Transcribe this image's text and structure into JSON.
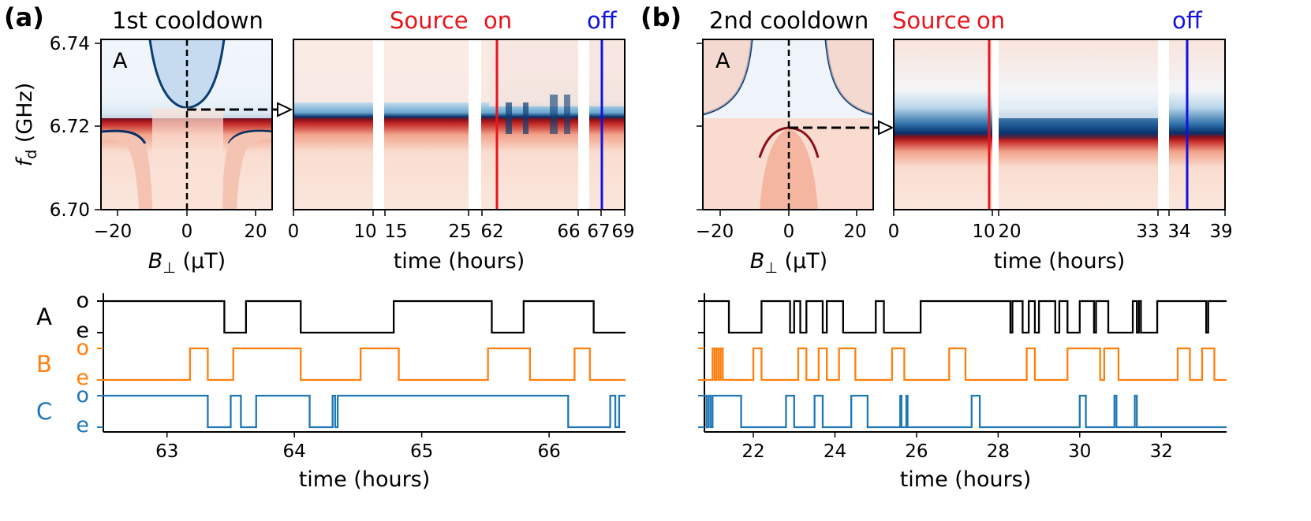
{
  "chart_data": [
    {
      "type": "heatmap",
      "panel": "a",
      "panel_label": "(a)",
      "title": "1st cooldown",
      "inset_label": "A",
      "xlabel_pre": "B",
      "xlabel_sub": "⊥",
      "xlabel_post": " (µT)",
      "ylabel_main": "f",
      "ylabel_sub": "d",
      "ylabel_post": " (GHz)",
      "xlim": [
        -25,
        25
      ],
      "ylim": [
        6.7,
        6.742
      ],
      "xticks": [
        -20,
        0,
        20
      ],
      "yticks": [
        6.7,
        6.72,
        6.74
      ],
      "ytick_labels": [
        "6.70",
        "6.72",
        "6.74"
      ],
      "marker": {
        "x": 0,
        "y": 6.7245
      }
    },
    {
      "type": "heatmap",
      "panel": "a",
      "header": [
        {
          "text": "Source",
          "color": "#e8141b"
        },
        {
          "text": "on",
          "color": "#e8141b"
        },
        {
          "text": "off",
          "color": "#1212dd"
        }
      ],
      "xlabel": "time (hours)",
      "xtick_labels": [
        "0",
        "10",
        "15",
        "25",
        "62",
        "66",
        "67",
        "69"
      ],
      "ylim": [
        6.7,
        6.742
      ],
      "events": [
        {
          "label": "on",
          "color": "#e8141b"
        },
        {
          "label": "off",
          "color": "#1212dd"
        }
      ]
    },
    {
      "type": "heatmap",
      "panel": "b",
      "panel_label": "(b)",
      "title": "2nd cooldown",
      "inset_label": "A",
      "xlabel_pre": "B",
      "xlabel_sub": "⊥",
      "xlabel_post": " (µT)",
      "xlim": [
        -25,
        25
      ],
      "ylim": [
        6.7,
        6.742
      ],
      "xticks": [
        -20,
        0,
        20
      ],
      "marker": {
        "x": 0,
        "y": 6.7195
      }
    },
    {
      "type": "heatmap",
      "panel": "b",
      "header": [
        {
          "text": "Source",
          "color": "#e8141b"
        },
        {
          "text": "on",
          "color": "#e8141b"
        },
        {
          "text": "off",
          "color": "#1212dd"
        }
      ],
      "xlabel": "time (hours)",
      "xtick_labels": [
        "0",
        "10",
        "20",
        "33",
        "34",
        "39"
      ],
      "ylim": [
        6.7,
        6.742
      ]
    },
    {
      "type": "line",
      "panel": "a",
      "xlabel": "time (hours)",
      "xlim": [
        62.5,
        66.6
      ],
      "xticks": [
        63,
        64,
        65,
        66
      ],
      "state_labels": {
        "odd": "o",
        "even": "e"
      },
      "series": [
        {
          "name": "A",
          "color": "#000000",
          "start": 1,
          "switches": [
            63.45,
            63.62,
            64.05,
            64.78,
            65.55,
            65.8,
            66.35
          ]
        },
        {
          "name": "B",
          "color": "#ff7f0e",
          "start": 0,
          "switches": [
            63.18,
            63.32,
            63.52,
            64.05,
            64.52,
            64.82,
            65.52,
            65.85,
            66.2,
            66.32
          ]
        },
        {
          "name": "C",
          "color": "#1f77b4",
          "start": 1,
          "switches": [
            63.32,
            63.5,
            63.58,
            63.7,
            64.12,
            64.3,
            64.32,
            64.34,
            66.15,
            66.48,
            66.52,
            66.55
          ]
        }
      ]
    },
    {
      "type": "line",
      "panel": "b",
      "xlabel": "time (hours)",
      "xlim": [
        20.8,
        33.6
      ],
      "xticks": [
        22,
        24,
        26,
        28,
        30,
        32
      ],
      "state_labels": {
        "odd": "o",
        "even": "e"
      },
      "series": [
        {
          "name": "A",
          "color": "#000000",
          "start": 1,
          "switches": [
            21.4,
            22.2,
            22.9,
            23.0,
            23.15,
            23.3,
            23.7,
            23.8,
            24.2,
            25.0,
            25.2,
            26.1,
            28.3,
            28.35,
            28.6,
            28.75,
            28.9,
            29.0,
            29.4,
            29.5,
            29.7,
            30.0,
            30.35,
            30.4,
            30.7,
            31.3,
            31.4,
            31.45,
            31.5,
            31.9,
            33.1,
            33.15
          ]
        },
        {
          "name": "B",
          "color": "#ff7f0e",
          "start": 0,
          "switches": [
            21.0,
            21.05,
            21.1,
            21.15,
            21.2,
            21.25,
            22.0,
            22.2,
            23.1,
            23.3,
            23.6,
            23.8,
            24.1,
            24.5,
            25.4,
            25.7,
            26.8,
            27.2,
            28.7,
            28.9,
            29.7,
            30.5,
            30.6,
            30.95,
            32.4,
            32.7,
            33.0,
            33.3
          ]
        },
        {
          "name": "C",
          "color": "#1f77b4",
          "start": 1,
          "switches": [
            20.85,
            20.9,
            20.95,
            21.0,
            21.7,
            22.8,
            23.0,
            23.5,
            23.7,
            24.4,
            24.8,
            25.6,
            25.63,
            25.75,
            25.78,
            27.35,
            27.55,
            30.0,
            30.15,
            30.85,
            30.9,
            31.35,
            31.4
          ]
        }
      ]
    }
  ]
}
